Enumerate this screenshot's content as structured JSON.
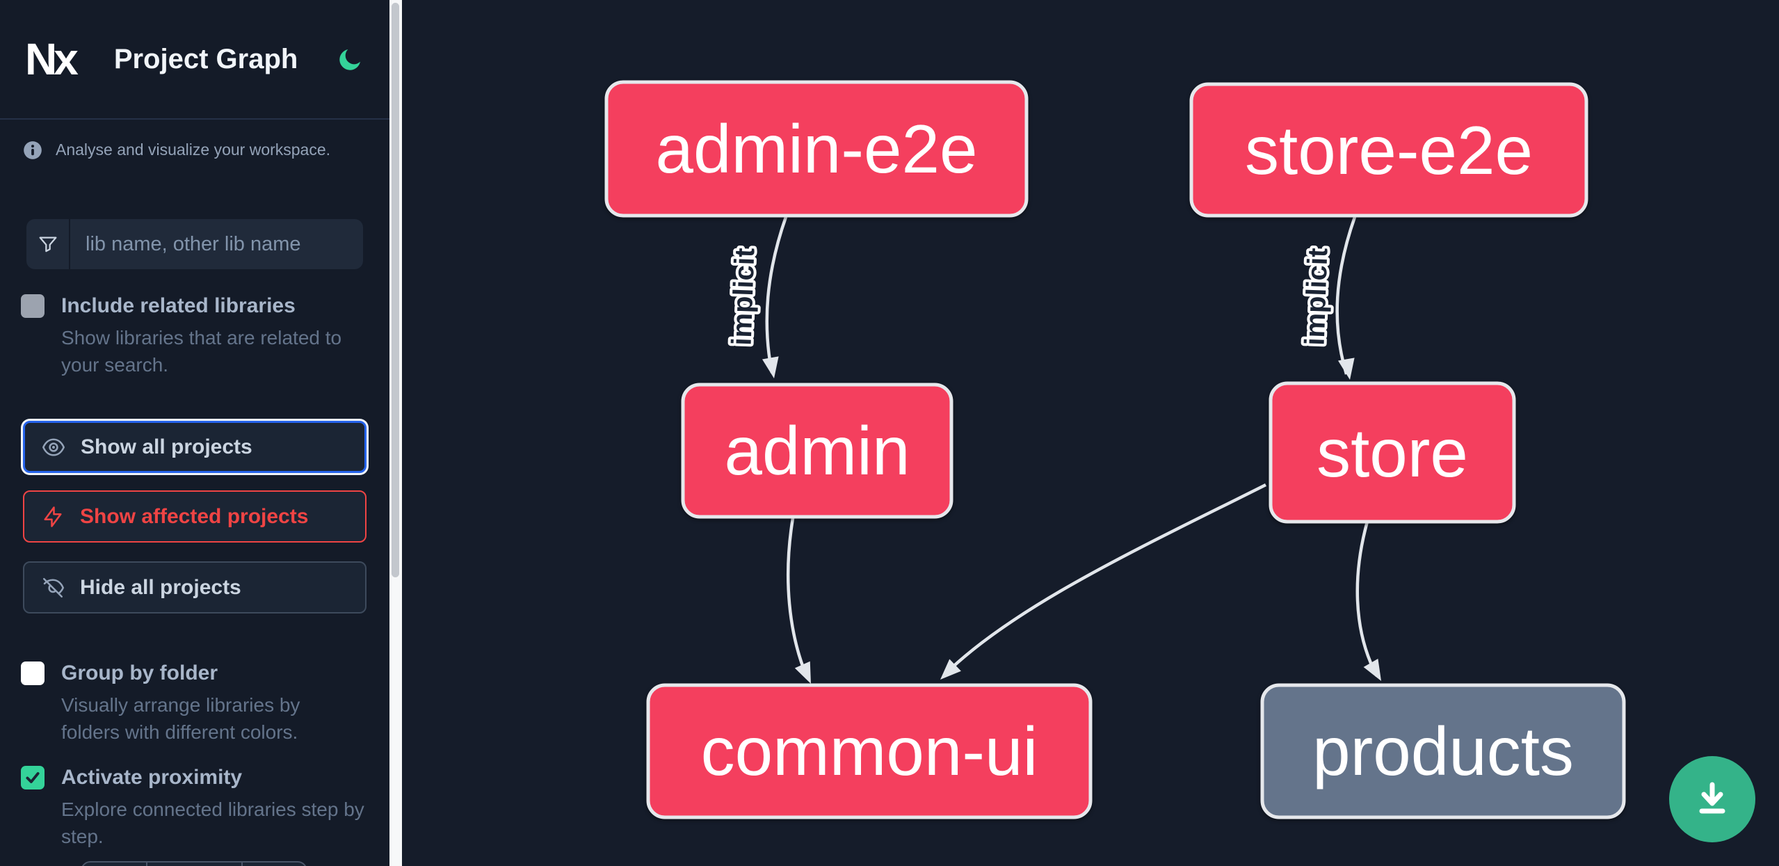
{
  "header": {
    "logo_text": "Nx",
    "title": "Project Graph",
    "theme_icon": "moon-icon",
    "theme_color": "#34d399"
  },
  "info": {
    "text": "Analyse and visualize your workspace."
  },
  "search": {
    "placeholder": "lib name, other lib name",
    "value": "",
    "icon": "funnel-icon"
  },
  "options": {
    "include_related": {
      "label": "Include related libraries",
      "description": "Show libraries that are related to your search.",
      "checked": false
    },
    "group_by_folder": {
      "label": "Group by folder",
      "description": "Visually arrange libraries by folders with different colors.",
      "checked": false
    },
    "activate_proximity": {
      "label": "Activate proximity",
      "description": "Explore connected libraries step by step.",
      "checked": true
    }
  },
  "buttons": [
    {
      "label": "Show all projects",
      "icon": "eye-icon",
      "state": "active",
      "accent": "#2563eb"
    },
    {
      "label": "Show affected projects",
      "icon": "lightning-icon",
      "state": "default",
      "accent": "#ef4444"
    },
    {
      "label": "Hide all projects",
      "icon": "eye-off-icon",
      "state": "default",
      "accent": "#3d4a5c"
    }
  ],
  "graph": {
    "nodes": [
      {
        "id": "admin-e2e",
        "label": "admin-e2e",
        "color": "#f43f5e"
      },
      {
        "id": "store-e2e",
        "label": "store-e2e",
        "color": "#f43f5e"
      },
      {
        "id": "admin",
        "label": "admin",
        "color": "#f43f5e"
      },
      {
        "id": "store",
        "label": "store",
        "color": "#f43f5e"
      },
      {
        "id": "common-ui",
        "label": "common-ui",
        "color": "#f43f5e"
      },
      {
        "id": "products",
        "label": "products",
        "color": "#64748b"
      }
    ],
    "edges": [
      {
        "source": "admin-e2e",
        "target": "admin",
        "label": "implicit"
      },
      {
        "source": "store-e2e",
        "target": "store",
        "label": "implicit"
      },
      {
        "source": "admin",
        "target": "common-ui",
        "label": ""
      },
      {
        "source": "store",
        "target": "common-ui",
        "label": ""
      },
      {
        "source": "store",
        "target": "products",
        "label": ""
      }
    ]
  },
  "download": {
    "icon": "download-icon",
    "color": "#34b389"
  }
}
